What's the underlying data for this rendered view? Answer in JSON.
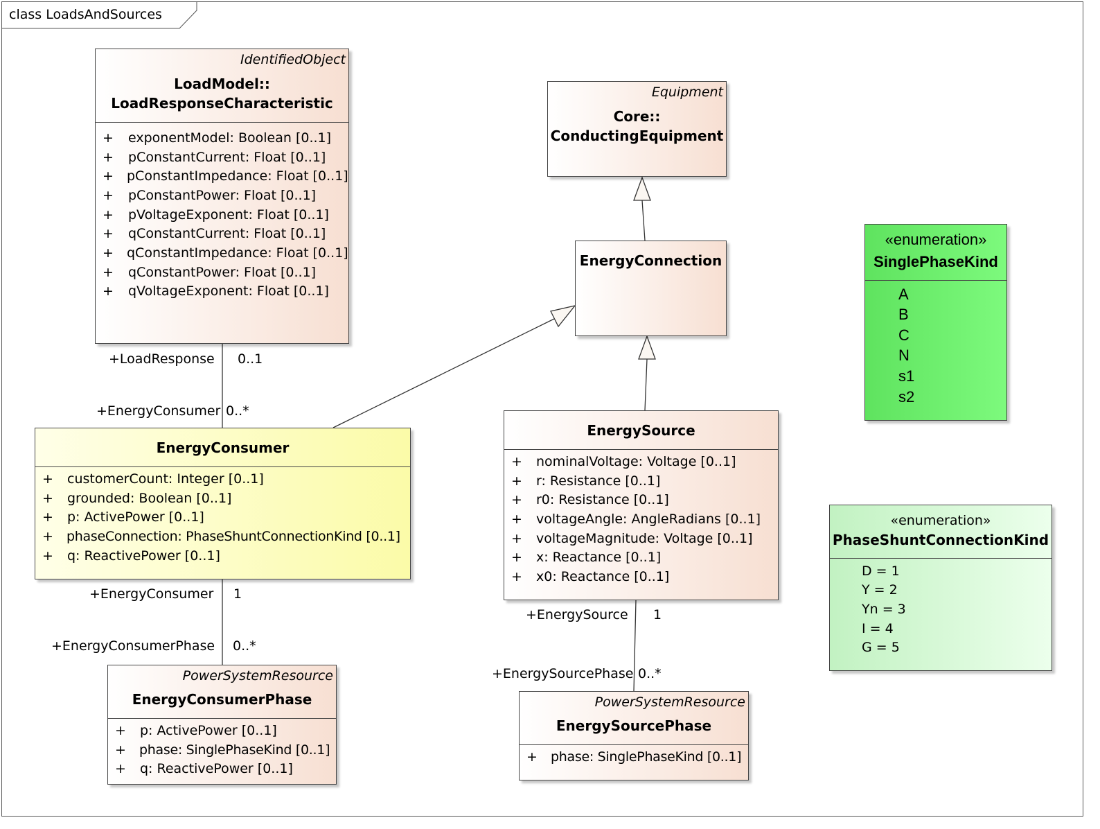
{
  "diagram": {
    "title": "class LoadsAndSources"
  },
  "classes": {
    "lrc": {
      "stereotype": "IdentifiedObject",
      "name1": "LoadModel::",
      "name2": "LoadResponseCharacteristic",
      "attributes": [
        "exponentModel: Boolean [0..1]",
        "pConstantCurrent: Float [0..1]",
        "pConstantImpedance: Float [0..1]",
        "pConstantPower: Float [0..1]",
        "pVoltageExponent: Float [0..1]",
        "qConstantCurrent: Float [0..1]",
        "qConstantImpedance: Float [0..1]",
        "qConstantPower: Float [0..1]",
        "qVoltageExponent: Float [0..1]"
      ]
    },
    "ce": {
      "stereotype": "Equipment",
      "name1": "Core::",
      "name2": "ConductingEquipment"
    },
    "ec": {
      "name": "EnergyConnection"
    },
    "consumer": {
      "name": "EnergyConsumer",
      "attributes": [
        "customerCount: Integer [0..1]",
        "grounded: Boolean [0..1]",
        "p: ActivePower [0..1]",
        "phaseConnection: PhaseShuntConnectionKind [0..1]",
        "q: ReactivePower [0..1]"
      ]
    },
    "source": {
      "name": "EnergySource",
      "attributes": [
        "nominalVoltage: Voltage [0..1]",
        "r: Resistance [0..1]",
        "r0: Resistance [0..1]",
        "voltageAngle: AngleRadians [0..1]",
        "voltageMagnitude: Voltage [0..1]",
        "x: Reactance [0..1]",
        "x0: Reactance [0..1]"
      ]
    },
    "consumerPhase": {
      "stereotype": "PowerSystemResource",
      "name": "EnergyConsumerPhase",
      "attributes": [
        "p: ActivePower [0..1]",
        "phase: SinglePhaseKind [0..1]",
        "q: ReactivePower [0..1]"
      ]
    },
    "sourcePhase": {
      "stereotype": "PowerSystemResource",
      "name": "EnergySourcePhase",
      "attributes": [
        "phase: SinglePhaseKind [0..1]"
      ]
    }
  },
  "enums": {
    "singlePhase": {
      "stereotype": "«enumeration»",
      "name": "SinglePhaseKind",
      "literals": [
        "A",
        "B",
        "C",
        "N",
        "s1",
        "s2"
      ]
    },
    "shuntKind": {
      "stereotype": "«enumeration»",
      "name": "PhaseShuntConnectionKind",
      "literals": [
        "D = 1",
        "Y = 2",
        "Yn = 3",
        "I = 4",
        "G = 5"
      ]
    }
  },
  "visibility": "+",
  "associations": {
    "loadResponse": {
      "role": "+LoadResponse",
      "mult": "0..1"
    },
    "energyConsumerTop": {
      "role": "+EnergyConsumer",
      "mult": "0..*"
    },
    "energyConsumerBottom": {
      "role": "+EnergyConsumer",
      "mult": "1"
    },
    "energyConsumerPhase": {
      "role": "+EnergyConsumerPhase",
      "mult": "0..*"
    },
    "energySource": {
      "role": "+EnergySource",
      "mult": "1"
    },
    "energySourcePhase": {
      "role": "+EnergySourcePhase",
      "mult": "0..*"
    }
  }
}
